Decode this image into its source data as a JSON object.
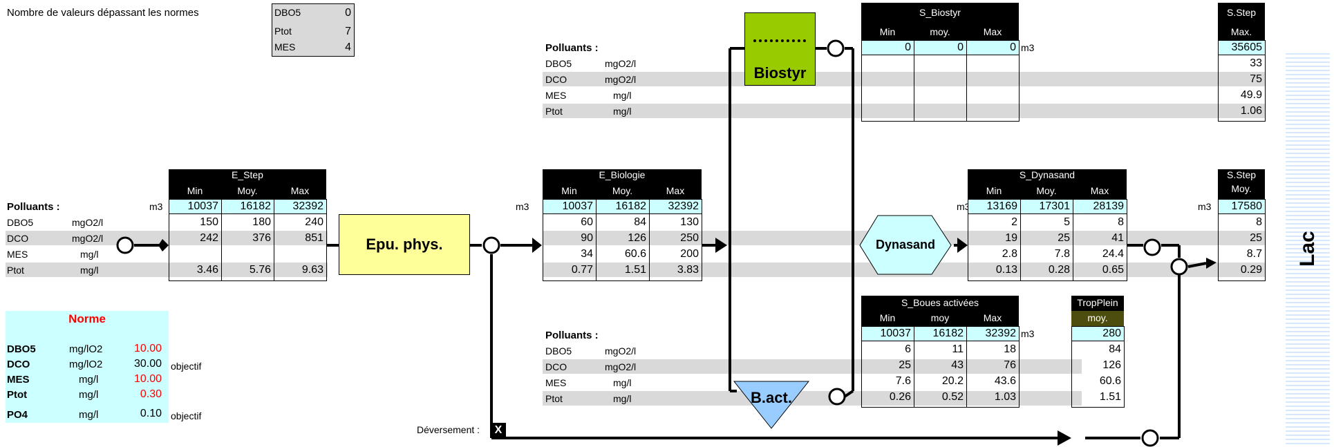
{
  "header": {
    "title": "Nombre de valeurs dépassant les normes",
    "counts": [
      {
        "label": "DBO5",
        "value": "0"
      },
      {
        "label": "Ptot",
        "value": "7"
      },
      {
        "label": "MES",
        "value": "4"
      }
    ]
  },
  "pollutants_label": "Polluants :",
  "m3": "m3",
  "rows": [
    {
      "name": "DBO5",
      "unit": "mgO2/l"
    },
    {
      "name": "DCO",
      "unit": "mgO2/l"
    },
    {
      "name": "MES",
      "unit": "mg/l"
    },
    {
      "name": "Ptot",
      "unit": "mg/l"
    }
  ],
  "col_heads": {
    "min": "Min",
    "moy": "Moy.",
    "max": "Max",
    "moy_lower": "moy.",
    "moy_plain": "moy",
    "maxdot": "Max."
  },
  "e_step": {
    "title": "E_Step",
    "flow": [
      "10037",
      "16182",
      "32392"
    ],
    "values": [
      [
        "150",
        "180",
        "240"
      ],
      [
        "242",
        "376",
        "851"
      ],
      [
        "",
        "",
        ""
      ],
      [
        "3.46",
        "5.76",
        "9.63"
      ]
    ]
  },
  "e_biologie": {
    "title": "E_Biologie",
    "flow": [
      "10037",
      "16182",
      "32392"
    ],
    "values": [
      [
        "60",
        "84",
        "130"
      ],
      [
        "90",
        "126",
        "250"
      ],
      [
        "34",
        "60.6",
        "200"
      ],
      [
        "0.77",
        "1.51",
        "3.83"
      ]
    ]
  },
  "s_dynasand": {
    "title": "S_Dynasand",
    "flow": [
      "13169",
      "17301",
      "28139"
    ],
    "values": [
      [
        "2",
        "5",
        "8"
      ],
      [
        "19",
        "25",
        "41"
      ],
      [
        "2.8",
        "7.8",
        "24.4"
      ],
      [
        "0.13",
        "0.28",
        "0.65"
      ]
    ]
  },
  "s_step_moy": {
    "title": "S.Step",
    "flow": "17580",
    "values": [
      "8",
      "25",
      "8.7",
      "0.29"
    ]
  },
  "s_biostyr": {
    "title": "S_Biostyr",
    "flow": [
      "0",
      "0",
      "0"
    ]
  },
  "s_step_max": {
    "title": "S.Step",
    "flow": "35605",
    "values": [
      "33",
      "75",
      "49.9",
      "1.06"
    ]
  },
  "s_boues": {
    "title": "S_Boues activées",
    "flow": [
      "10037",
      "16182",
      "32392"
    ],
    "values": [
      [
        "6",
        "11",
        "18"
      ],
      [
        "25",
        "43",
        "76"
      ],
      [
        "7.6",
        "20.2",
        "43.6"
      ],
      [
        "0.26",
        "0.52",
        "1.03"
      ]
    ]
  },
  "trop_plein": {
    "title": "TropPlein",
    "flow": "280",
    "values": [
      "84",
      "126",
      "60.6",
      "1.51"
    ]
  },
  "process": {
    "epu": "Epu. phys.",
    "biostyr": "Biostyr",
    "dynasand": "Dynasand",
    "bact": "B.act."
  },
  "norme": {
    "title": "Norme",
    "rows": [
      {
        "name": "DBO5",
        "unit": "mg/lO2",
        "value": "10.00",
        "note": "",
        "red": true
      },
      {
        "name": "DCO",
        "unit": "mg/lO2",
        "value": "30.00",
        "note": "objectif",
        "red": false
      },
      {
        "name": "MES",
        "unit": "mg/l",
        "value": "10.00",
        "note": "",
        "red": true
      },
      {
        "name": "Ptot",
        "unit": "mg/l",
        "value": "0.30",
        "note": "",
        "red": true
      },
      {
        "name": "PO4",
        "unit": "mg/l",
        "value": "0.10",
        "note": "objectif",
        "red": false
      }
    ]
  },
  "deversement": {
    "label": "Déversement :",
    "mark": "X"
  },
  "lac": "Lac",
  "colors": {
    "cyan": "#ccffff",
    "grey": "#d9d9d9",
    "yellow": "#ffff99",
    "green": "#99cc00",
    "blue": "#99ccff",
    "red": "#ff0000",
    "tp_head": "#4d4d0d"
  }
}
